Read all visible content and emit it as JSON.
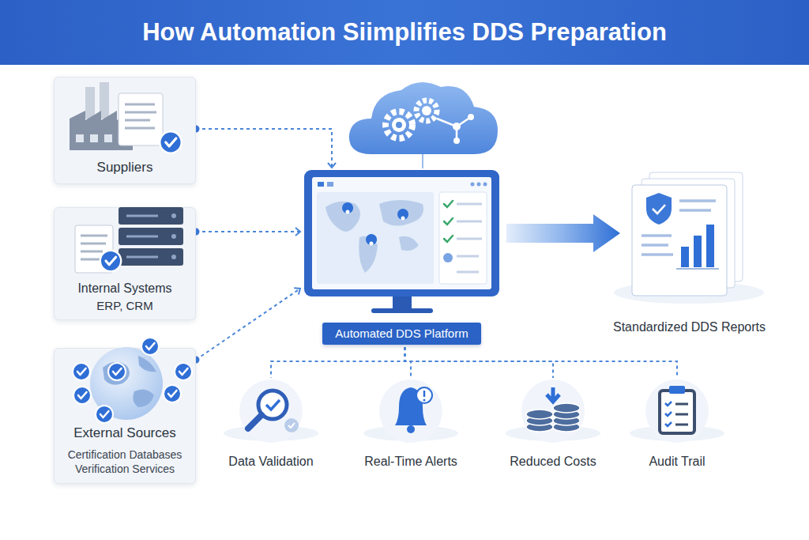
{
  "diagram": {
    "title": "How Automation Siimplifies DDS Preparation",
    "nodes": [
      {
        "text": [
          "Suppliers"
        ]
      },
      {
        "text": [
          "Internal Systems",
          "ERP, CRM"
        ]
      },
      {
        "text": [
          "External Sources",
          "Certification Databases Verification Services"
        ]
      },
      {
        "text": [
          "Automated DDS Platform"
        ]
      },
      {
        "text": [
          "Standardized DDS Reports"
        ]
      },
      {
        "text": [
          "Data Validation"
        ]
      },
      {
        "text": [
          "Real-Time Alerts"
        ]
      },
      {
        "text": [
          "Reduced Costs"
        ]
      },
      {
        "text": [
          "Audit Trail"
        ]
      }
    ],
    "edges": [
      {
        "from": 0,
        "to": 3,
        "arrow": "to"
      },
      {
        "from": 1,
        "to": 3,
        "arrow": "to"
      },
      {
        "from": 2,
        "to": 3,
        "arrow": "to"
      },
      {
        "from": 3,
        "to": 4,
        "arrow": "to"
      },
      {
        "from": 3,
        "to": 5,
        "arrow": "none"
      },
      {
        "from": 3,
        "to": 6,
        "arrow": "none"
      },
      {
        "from": 3,
        "to": 7,
        "arrow": "none"
      },
      {
        "from": 3,
        "to": 8,
        "arrow": "none"
      }
    ]
  }
}
